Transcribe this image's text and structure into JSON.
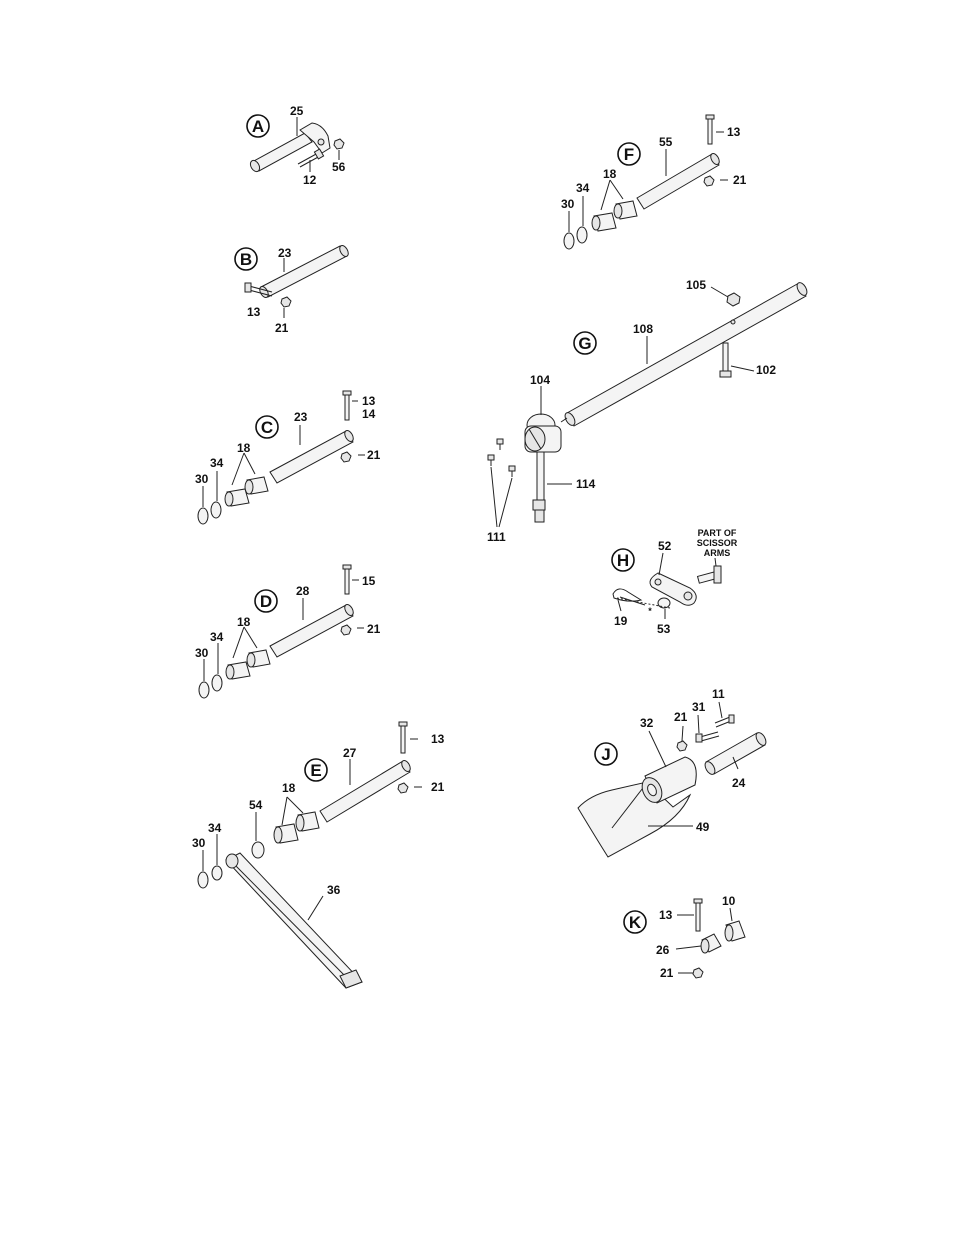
{
  "sections": {
    "A": {
      "letter": "A",
      "callouts": {
        "p25": "25",
        "p12": "12",
        "p56": "56"
      }
    },
    "B": {
      "letter": "B",
      "callouts": {
        "p23": "23",
        "p13": "13",
        "p21": "21"
      }
    },
    "C": {
      "letter": "C",
      "callouts": {
        "p13": "13",
        "p14": "14",
        "p23": "23",
        "p21": "21",
        "p18": "18",
        "p34": "34",
        "p30": "30"
      }
    },
    "D": {
      "letter": "D",
      "callouts": {
        "p15": "15",
        "p28": "28",
        "p21": "21",
        "p18": "18",
        "p34": "34",
        "p30": "30"
      }
    },
    "E": {
      "letter": "E",
      "callouts": {
        "p13": "13",
        "p27": "27",
        "p21": "21",
        "p18": "18",
        "p54": "54",
        "p34": "34",
        "p30": "30",
        "p36": "36"
      }
    },
    "F": {
      "letter": "F",
      "callouts": {
        "p13": "13",
        "p55": "55",
        "p21": "21",
        "p18": "18",
        "p34": "34",
        "p30": "30"
      }
    },
    "G": {
      "letter": "G",
      "callouts": {
        "p105": "105",
        "p108": "108",
        "p102": "102",
        "p104": "104",
        "p114": "114",
        "p111": "111"
      }
    },
    "H": {
      "letter": "H",
      "callouts": {
        "p52": "52",
        "p19": "19",
        "p53": "53"
      },
      "note": [
        "PART OF",
        "SCISSOR",
        "ARMS"
      ]
    },
    "J": {
      "letter": "J",
      "callouts": {
        "p11": "11",
        "p31": "31",
        "p21": "21",
        "p32": "32",
        "p24": "24",
        "p49": "49"
      }
    },
    "K": {
      "letter": "K",
      "callouts": {
        "p13": "13",
        "p10": "10",
        "p26": "26",
        "p21": "21"
      }
    }
  }
}
